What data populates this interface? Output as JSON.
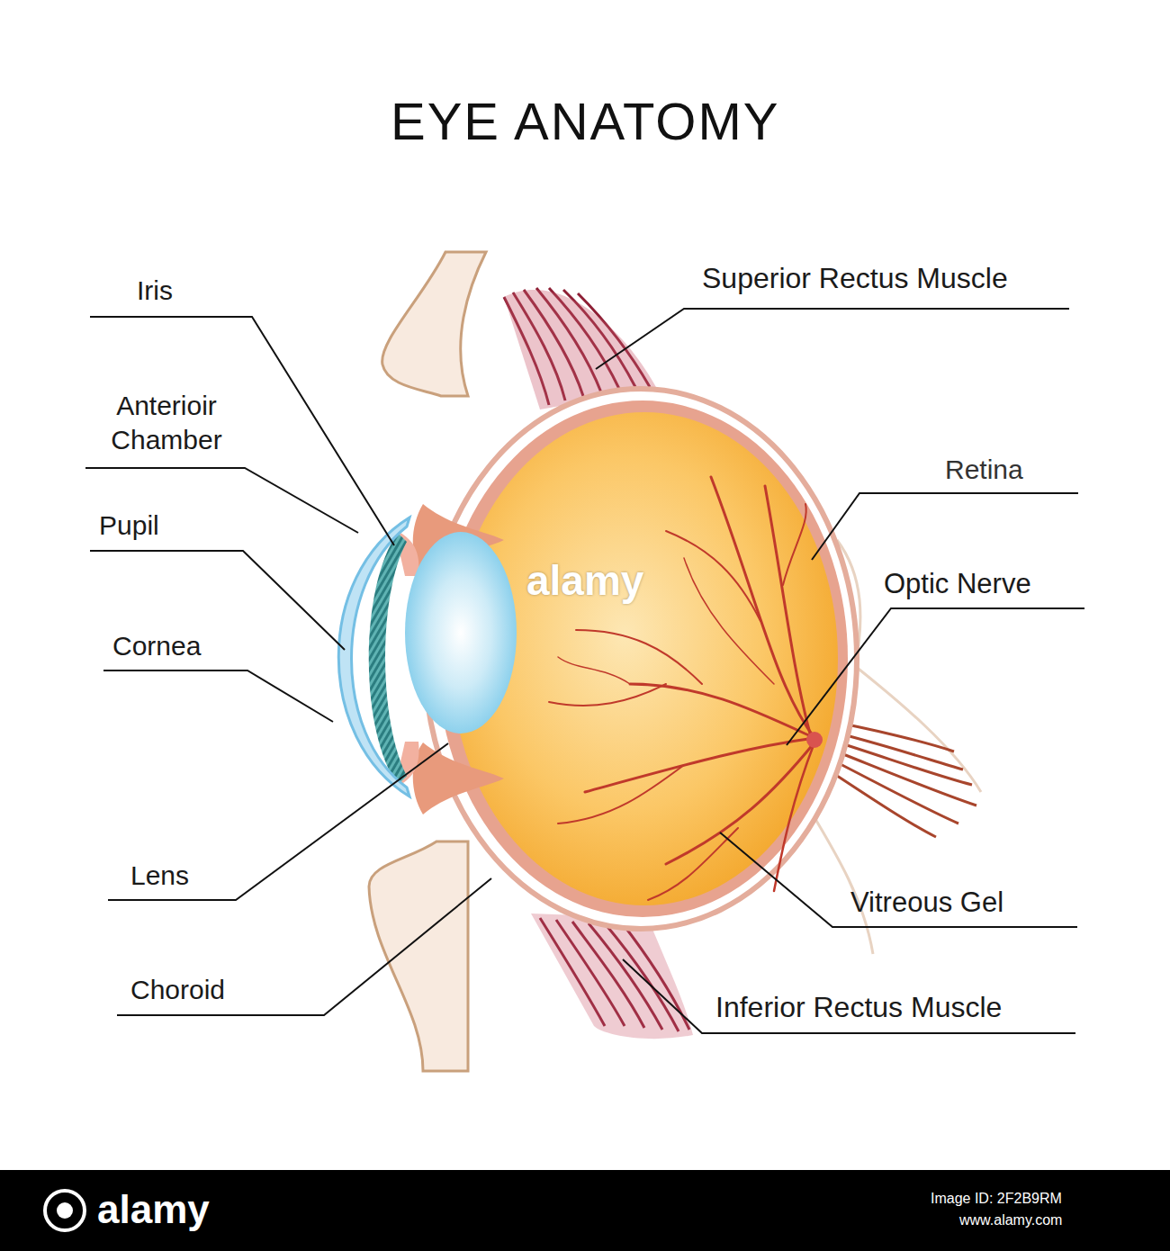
{
  "diagram": {
    "title": "EYE ANATOMY",
    "labels": [
      "Iris",
      "Superior Rectus Muscle",
      "Anterioir Chamber",
      "Retina",
      "Pupil",
      "alamy",
      "Optic Nerve",
      "Cornea",
      "Lens",
      "Vitreous Gel",
      "Choroid",
      "Inferior Rectus Muscle",
      "alamy",
      "Image ID: 2F2B9RM",
      "www.alamy.com"
    ]
  }
}
